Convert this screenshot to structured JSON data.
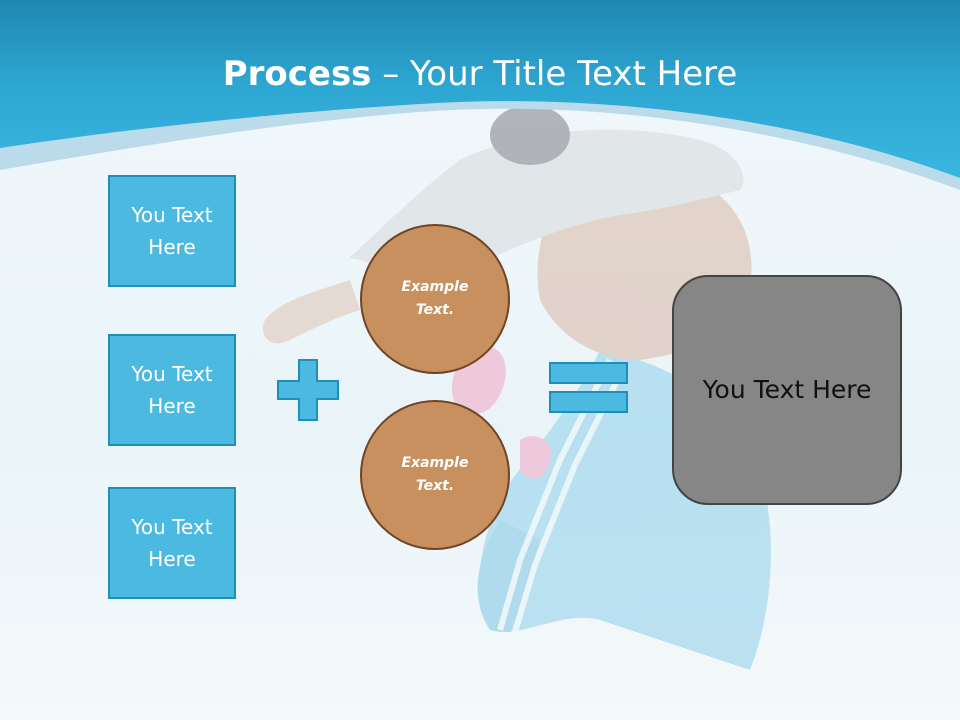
{
  "title": {
    "bold": "Process",
    "rest": " – Your Title Text Here"
  },
  "boxes": [
    {
      "label": "You Text\nHere"
    },
    {
      "label": "You Text\nHere"
    },
    {
      "label": "You Text\nHere"
    }
  ],
  "circles": [
    {
      "label": "Example\nText."
    },
    {
      "label": "Example\nText."
    }
  ],
  "result": {
    "label": "You Text Here"
  },
  "icons": {
    "plus": "plus-icon",
    "equals": "equals-icon"
  },
  "colors": {
    "header_blue": "#2ea7d3",
    "box_fill": "#4cb9e0",
    "circle_fill": "#c8905e",
    "result_fill": "#868686"
  }
}
